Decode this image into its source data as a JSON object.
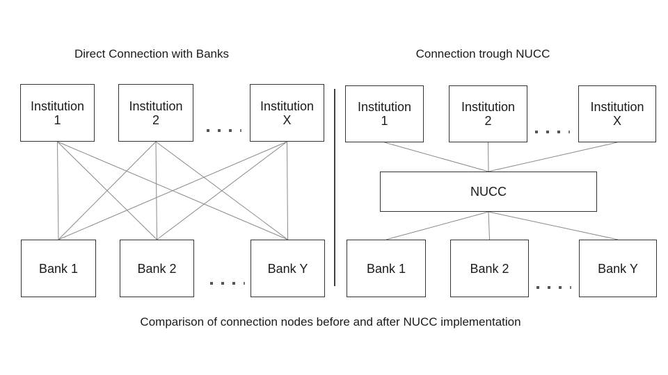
{
  "colors": {
    "background": "#ffffff",
    "box_border": "#333333",
    "connector_line": "#888888",
    "divider_line": "#3f3f3f",
    "text": "#1a1a1a",
    "dots": "#555555"
  },
  "caption": "Comparison of connection nodes before and after NUCC implementation",
  "left": {
    "title": "Direct Connection with Banks",
    "institutions": [
      {
        "label": "Institution\n1"
      },
      {
        "label": "Institution\n2"
      },
      {
        "label": "Institution\nX"
      }
    ],
    "banks": [
      {
        "label": "Bank 1"
      },
      {
        "label": "Bank 2"
      },
      {
        "label": "Bank Y"
      }
    ]
  },
  "right": {
    "title": "Connection trough NUCC",
    "hub": {
      "label": "NUCC"
    },
    "institutions": [
      {
        "label": "Institution\n1"
      },
      {
        "label": "Institution\n2"
      },
      {
        "label": "Institution\nX"
      }
    ],
    "banks": [
      {
        "label": "Bank 1"
      },
      {
        "label": "Bank 2"
      },
      {
        "label": "Bank Y"
      }
    ]
  }
}
